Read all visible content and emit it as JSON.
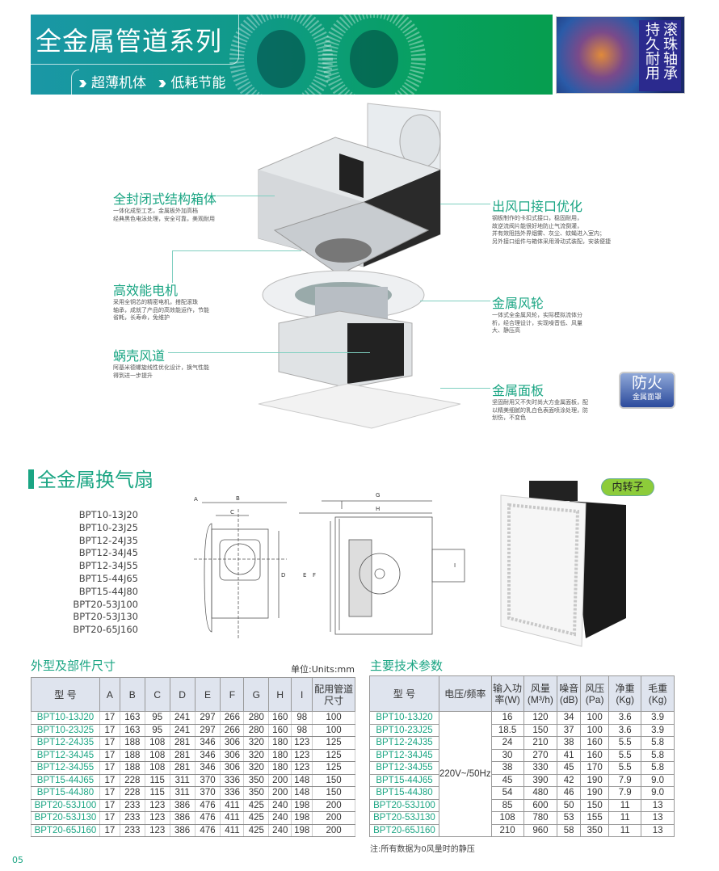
{
  "banner": {
    "title": "全金属管道系列",
    "features": [
      "超薄机体",
      "低耗节能"
    ],
    "badge_lines": [
      "滚珠轴承",
      "持久耐用"
    ]
  },
  "callouts": {
    "left": [
      {
        "title": "全封闭式结构箱体",
        "desc": [
          "一体化成型工艺，金属板外加高档",
          "经典黑色电泳处理，安全可靠，美观耐用"
        ]
      },
      {
        "title": "高效能电机",
        "desc": [
          "采用全铜芯的精密电机，搭配滚珠",
          "轴承，成就了产品的高效能运作，节能",
          "省耗，长寿命，免维护"
        ]
      },
      {
        "title": "蜗壳风道",
        "desc": [
          "阿基米德螺旋线性优化设计，换气性能",
          "得到进一步提升"
        ]
      }
    ],
    "right": [
      {
        "title": "出风口接口优化",
        "desc": [
          "钢板制作的卡扣式接口，稳固耐用，",
          "故逆流阀片能很好地防止气流倒灌，",
          "并有效阻挡外界烟雾、灰尘、蚊蝇进入室内；",
          "另外接口组件与箱体采用滑动式装配，安装便捷"
        ]
      },
      {
        "title": "金属风轮",
        "desc": [
          "一体式全金属风轮，实际模拟流体分",
          "析，经合理设计，实现噪音低、风量",
          "大、静压高"
        ]
      },
      {
        "title": "金属面板",
        "desc": [
          "坚固耐用又不失时尚大方金属面板，配",
          "以精美细腻的乳白色表面喷涂处理，防",
          "划伤，不变色"
        ]
      }
    ],
    "fire_badge": {
      "main": "防火",
      "sub": "金属面罩"
    }
  },
  "section": {
    "title": "全金属换气扇",
    "inner_rotor_tag": "内转子"
  },
  "models": [
    "BPT10-13J20",
    "BPT10-23J25",
    "BPT12-24J35",
    "BPT12-34J45",
    "BPT12-34J55",
    "BPT15-44J65",
    "BPT15-44J80",
    "BPT20-53J100",
    "BPT20-53J130",
    "BPT20-65J160"
  ],
  "drawing_labels": {
    "A": "A",
    "B": "B",
    "C": "C",
    "D": "D",
    "E": "E",
    "F": "F",
    "G": "G",
    "H": "H",
    "I": "I"
  },
  "dimensions": {
    "title": "外型及部件尺寸",
    "units": "单位:Units:mm",
    "headers": [
      "型 号",
      "A",
      "B",
      "C",
      "D",
      "E",
      "F",
      "G",
      "H",
      "I",
      "配用管道尺寸"
    ],
    "rows": [
      [
        "BPT10-13J20",
        "17",
        "163",
        "95",
        "241",
        "297",
        "266",
        "280",
        "160",
        "98",
        "100"
      ],
      [
        "BPT10-23J25",
        "17",
        "163",
        "95",
        "241",
        "297",
        "266",
        "280",
        "160",
        "98",
        "100"
      ],
      [
        "BPT12-24J35",
        "17",
        "188",
        "108",
        "281",
        "346",
        "306",
        "320",
        "180",
        "123",
        "125"
      ],
      [
        "BPT12-34J45",
        "17",
        "188",
        "108",
        "281",
        "346",
        "306",
        "320",
        "180",
        "123",
        "125"
      ],
      [
        "BPT12-34J55",
        "17",
        "188",
        "108",
        "281",
        "346",
        "306",
        "320",
        "180",
        "123",
        "125"
      ],
      [
        "BPT15-44J65",
        "17",
        "228",
        "115",
        "311",
        "370",
        "336",
        "350",
        "200",
        "148",
        "150"
      ],
      [
        "BPT15-44J80",
        "17",
        "228",
        "115",
        "311",
        "370",
        "336",
        "350",
        "200",
        "148",
        "150"
      ],
      [
        "BPT20-53J100",
        "17",
        "233",
        "123",
        "386",
        "476",
        "411",
        "425",
        "240",
        "198",
        "200"
      ],
      [
        "BPT20-53J130",
        "17",
        "233",
        "123",
        "386",
        "476",
        "411",
        "425",
        "240",
        "198",
        "200"
      ],
      [
        "BPT20-65J160",
        "17",
        "233",
        "123",
        "386",
        "476",
        "411",
        "425",
        "240",
        "198",
        "200"
      ]
    ]
  },
  "specs": {
    "title": "主要技术参数",
    "headers": [
      "型 号",
      "电压/频率",
      "输入功率(W)",
      "风量(M³/h)",
      "噪音(dB)",
      "风压(Pa)",
      "净重(Kg)",
      "毛重(Kg)"
    ],
    "voltage": "220V~/50Hz",
    "rows": [
      [
        "BPT10-13J20",
        "16",
        "120",
        "34",
        "100",
        "3.6",
        "3.9"
      ],
      [
        "BPT10-23J25",
        "18.5",
        "150",
        "37",
        "100",
        "3.6",
        "3.9"
      ],
      [
        "BPT12-24J35",
        "24",
        "210",
        "38",
        "160",
        "5.5",
        "5.8"
      ],
      [
        "BPT12-34J45",
        "30",
        "270",
        "41",
        "160",
        "5.5",
        "5.8"
      ],
      [
        "BPT12-34J55",
        "38",
        "330",
        "45",
        "170",
        "5.5",
        "5.8"
      ],
      [
        "BPT15-44J65",
        "45",
        "390",
        "42",
        "190",
        "7.9",
        "9.0"
      ],
      [
        "BPT15-44J80",
        "54",
        "480",
        "46",
        "190",
        "7.9",
        "9.0"
      ],
      [
        "BPT20-53J100",
        "85",
        "600",
        "50",
        "150",
        "11",
        "13"
      ],
      [
        "BPT20-53J130",
        "108",
        "780",
        "53",
        "155",
        "11",
        "13"
      ],
      [
        "BPT20-65J160",
        "210",
        "960",
        "58",
        "350",
        "11",
        "13"
      ]
    ],
    "note": "注:所有数据为0风量时的静压"
  },
  "page_number": "05"
}
